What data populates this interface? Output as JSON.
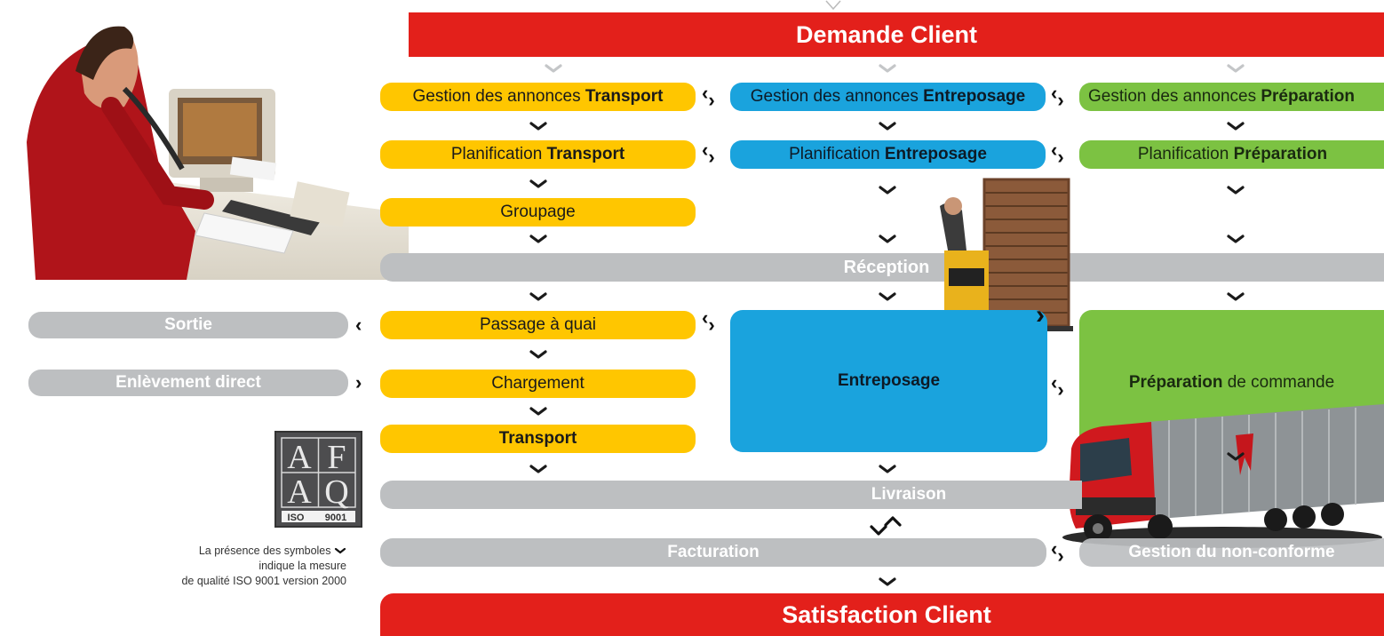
{
  "header": {
    "top": "Demande Client",
    "bottom": "Satisfaction Client"
  },
  "transport": {
    "annonces_prefix": "Gestion des annonces ",
    "annonces_bold": "Transport",
    "planif_prefix": "Planification ",
    "planif_bold": "Transport",
    "groupage": "Groupage",
    "passage": "Passage à quai",
    "chargement": "Chargement",
    "transport": "Transport"
  },
  "entreposage": {
    "annonces_prefix": "Gestion des annonces ",
    "annonces_bold": "Entreposage",
    "planif_prefix": "Planification ",
    "planif_bold": "Entreposage",
    "box": "Entreposage"
  },
  "preparation": {
    "annonces_prefix": "Gestion des annonces ",
    "annonces_bold": "Préparation",
    "planif_prefix": "Planification ",
    "planif_bold": "Préparation",
    "box_bold": "Préparation",
    "box_suffix": " de commande"
  },
  "bands": {
    "reception": "Réception",
    "livraison": "Livraison",
    "facturation": "Facturation",
    "non_conforme": "Gestion du non-conforme",
    "sortie": "Sortie",
    "enlevement": "Enlèvement direct"
  },
  "cert": {
    "logo_letters": [
      "A",
      "F",
      "A",
      "Q"
    ],
    "logo_iso": "ISO",
    "logo_num": "9001"
  },
  "legend": {
    "line1": "La présence des symboles",
    "line2": "indique la mesure",
    "line3": "de qualité ISO 9001 version 2000"
  },
  "colors": {
    "red": "#e3201b",
    "yellow": "#ffc600",
    "blue": "#1aa3dd",
    "green": "#7cc242",
    "gray": "#bdbfc1"
  },
  "icons": [
    "quality-chevron-icon",
    "exchange-arrows-icon",
    "arrow-left-icon",
    "arrow-right-icon",
    "afaq-logo"
  ]
}
